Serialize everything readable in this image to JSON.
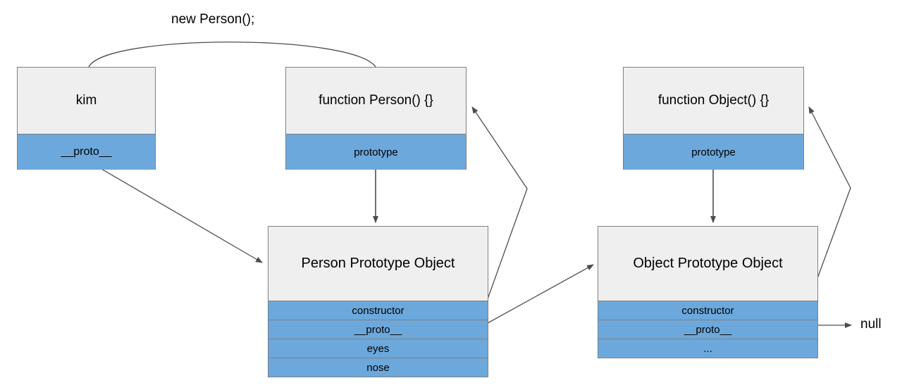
{
  "diagram": {
    "title_label": "new Person();",
    "null_label": "null",
    "colors": {
      "header_fill": "#efefef",
      "row_fill": "#6ca8dc",
      "border": "#808080",
      "edge_stroke": "#4d4d4d",
      "background": "#ffffff"
    },
    "nodes": [
      {
        "id": "kim",
        "header": "kim",
        "rows": [
          "__proto__"
        ]
      },
      {
        "id": "person-fn",
        "header": "function Person() {}",
        "rows": [
          "prototype"
        ]
      },
      {
        "id": "object-fn",
        "header": "function Object() {}",
        "rows": [
          "prototype"
        ]
      },
      {
        "id": "person-proto",
        "header": "Person Prototype Object",
        "rows": [
          "constructor",
          "__proto__",
          "eyes",
          "nose"
        ]
      },
      {
        "id": "object-proto",
        "header": "Object Prototype Object",
        "rows": [
          "constructor",
          "__proto__",
          "..."
        ]
      }
    ],
    "edges": [
      {
        "from": "kim",
        "to": "person-fn",
        "kind": "arc",
        "label": "new Person();"
      },
      {
        "from": "person-fn.prototype",
        "to": "person-proto",
        "kind": "straight-down"
      },
      {
        "from": "object-fn.prototype",
        "to": "object-proto",
        "kind": "straight-down"
      },
      {
        "from": "kim.__proto__",
        "to": "person-proto",
        "kind": "diagonal"
      },
      {
        "from": "person-proto.constructor",
        "to": "person-fn",
        "kind": "elbow"
      },
      {
        "from": "person-proto.__proto__",
        "to": "object-proto",
        "kind": "diagonal"
      },
      {
        "from": "object-proto.constructor",
        "to": "object-fn",
        "kind": "elbow"
      },
      {
        "from": "object-proto.__proto__",
        "to": "null",
        "kind": "straight-right"
      }
    ]
  }
}
